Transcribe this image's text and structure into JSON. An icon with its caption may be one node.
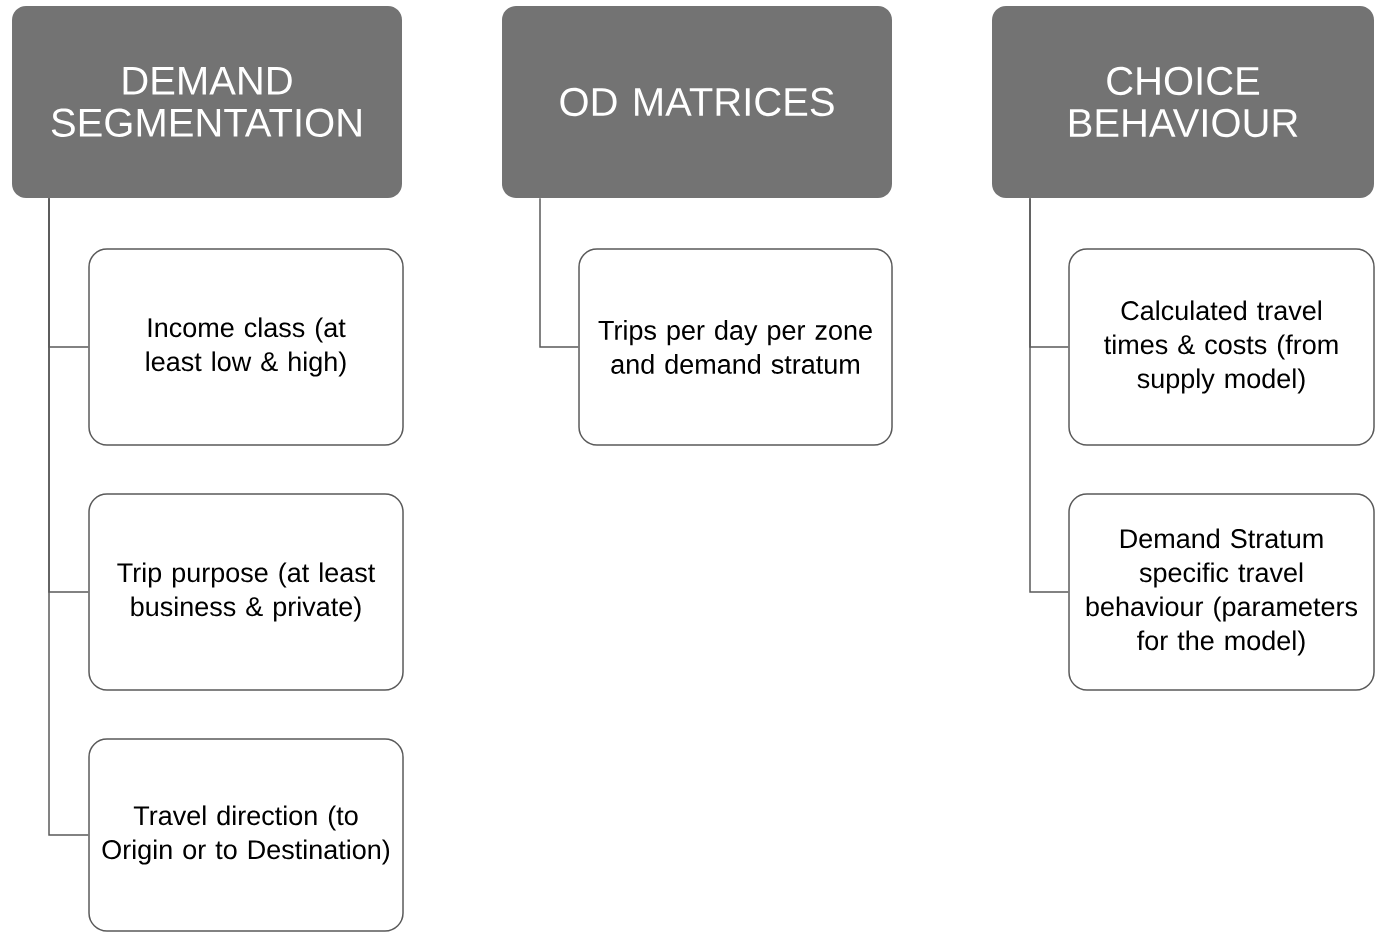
{
  "diagram": {
    "nodes": [
      {
        "text": [
          "DEMAND SEGMENTATION"
        ]
      },
      {
        "text": [
          "OD MATRICES"
        ]
      },
      {
        "text": [
          "CHOICE BEHAVIOUR"
        ]
      },
      {
        "text": [
          "Income class (at least low & high)"
        ]
      },
      {
        "text": [
          "Trip purpose (at least business & private)"
        ]
      },
      {
        "text": [
          "Travel direction (to Origin or to Destination)"
        ]
      },
      {
        "text": [
          "Trips per day per zone and demand stratum"
        ]
      },
      {
        "text": [
          "Calculated travel times & costs (from supply model)"
        ]
      },
      {
        "text": [
          "Demand Stratum specific travel behaviour (parameters for the model)"
        ]
      }
    ],
    "edges": [
      {
        "from": 0,
        "to": 3,
        "arrow": "none"
      },
      {
        "from": 0,
        "to": 4,
        "arrow": "none"
      },
      {
        "from": 0,
        "to": 5,
        "arrow": "none"
      },
      {
        "from": 1,
        "to": 6,
        "arrow": "none"
      },
      {
        "from": 2,
        "to": 7,
        "arrow": "none"
      },
      {
        "from": 2,
        "to": 8,
        "arrow": "none"
      }
    ]
  }
}
